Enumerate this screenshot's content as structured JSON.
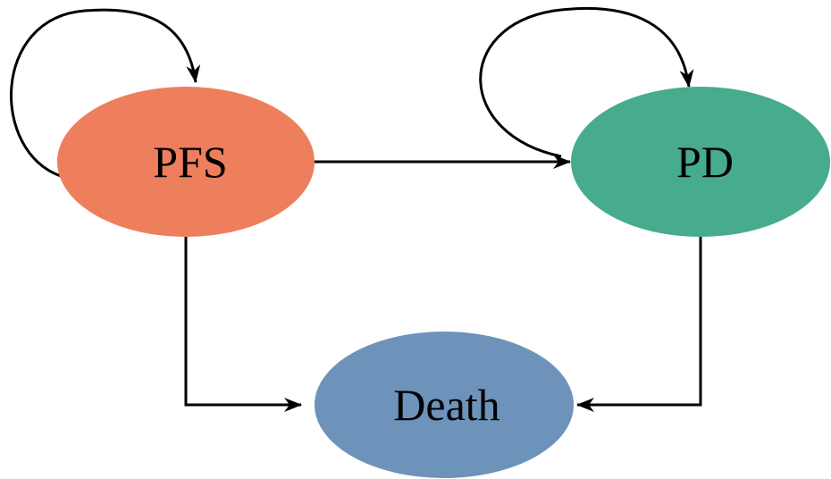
{
  "diagram": {
    "nodes": [
      {
        "id": "pfs",
        "label": "PFS",
        "color": "#EE7F5D"
      },
      {
        "id": "pd",
        "label": "PD",
        "color": "#47AB8E"
      },
      {
        "id": "death",
        "label": "Death",
        "color": "#6E93BA"
      }
    ],
    "edges": [
      {
        "from": "pfs",
        "to": "pfs"
      },
      {
        "from": "pd",
        "to": "pd"
      },
      {
        "from": "pfs",
        "to": "pd"
      },
      {
        "from": "pfs",
        "to": "death"
      },
      {
        "from": "pd",
        "to": "death"
      }
    ]
  }
}
